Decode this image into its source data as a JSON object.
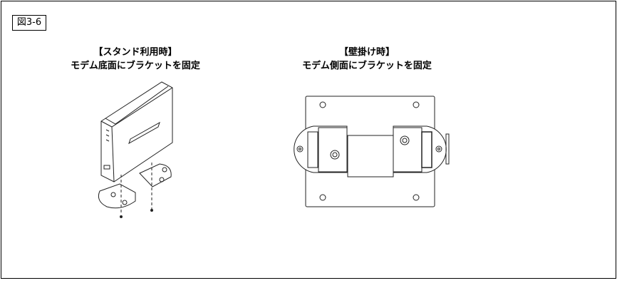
{
  "figure_label": "図3-6",
  "left": {
    "title": "【スタンド利用時】",
    "subtitle": "モデム底面にブラケットを固定"
  },
  "right": {
    "title": "【壁掛け時】",
    "subtitle": "モデム側面にブラケットを固定"
  }
}
